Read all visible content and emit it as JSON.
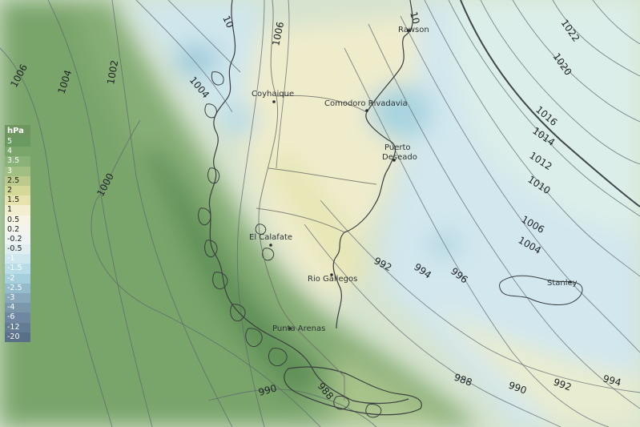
{
  "legend": {
    "unit": "hPa",
    "steps": [
      {
        "label": "5",
        "color": "#6a9a60"
      },
      {
        "label": "4",
        "color": "#7aa66c"
      },
      {
        "label": "3.5",
        "color": "#8ab178"
      },
      {
        "label": "3",
        "color": "#a1bf82"
      },
      {
        "label": "2.5",
        "color": "#bccb8c"
      },
      {
        "label": "2",
        "color": "#d4d898"
      },
      {
        "label": "1.5",
        "color": "#e6e3ae"
      },
      {
        "label": "1",
        "color": "#f1efcf"
      },
      {
        "label": "0.5",
        "color": "#f6f4e4"
      },
      {
        "label": "0.2",
        "color": "#f4f4ee"
      },
      {
        "label": "-0.2",
        "color": "#eef3f4"
      },
      {
        "label": "-0.5",
        "color": "#e0eef2"
      },
      {
        "label": "-1",
        "color": "#cfe7ee"
      },
      {
        "label": "-1.5",
        "color": "#b9dde8"
      },
      {
        "label": "-2",
        "color": "#a5cfdd"
      },
      {
        "label": "-2.5",
        "color": "#94bccd"
      },
      {
        "label": "-3",
        "color": "#87a9bb"
      },
      {
        "label": "-4",
        "color": "#7a97ab"
      },
      {
        "label": "-6",
        "color": "#6f87a0"
      },
      {
        "label": "-12",
        "color": "#647b95"
      },
      {
        "label": "-20",
        "color": "#5a6f88"
      }
    ]
  },
  "isobar_labels": {
    "w1006": "1006",
    "w1004": "1004",
    "w1002": "1002",
    "c1004": "1004",
    "c1006": "1006",
    "w1000": "1000",
    "n1010": "10",
    "n1010b": "10",
    "e1022": "1022",
    "e1020": "1020",
    "e1016": "1016",
    "e1014": "1014",
    "e1012": "1012",
    "e1010": "1010",
    "e1006": "1006",
    "e1004": "1004",
    "c992": "992",
    "c994": "994",
    "c996": "996",
    "s988": "988",
    "s990": "990",
    "s992": "992",
    "s994": "994",
    "s990w": "990",
    "s988w": "988"
  },
  "cities": {
    "rawson": "Rawson",
    "coyhaique": "Coyhaique",
    "comodoro": "Comodoro Rivadavia",
    "puerto_deseado_1": "Puerto",
    "puerto_deseado_2": "Deseado",
    "el_calafate": "El Calafate",
    "rio_gallegos": "Rio Gallegos",
    "punta_arenas": "Punta Arenas",
    "stanley": "Stanley"
  },
  "colors": {
    "land_green": "#7ea56d",
    "sea_blue": "#cfe6ec",
    "pale_yellow": "#efecca"
  }
}
